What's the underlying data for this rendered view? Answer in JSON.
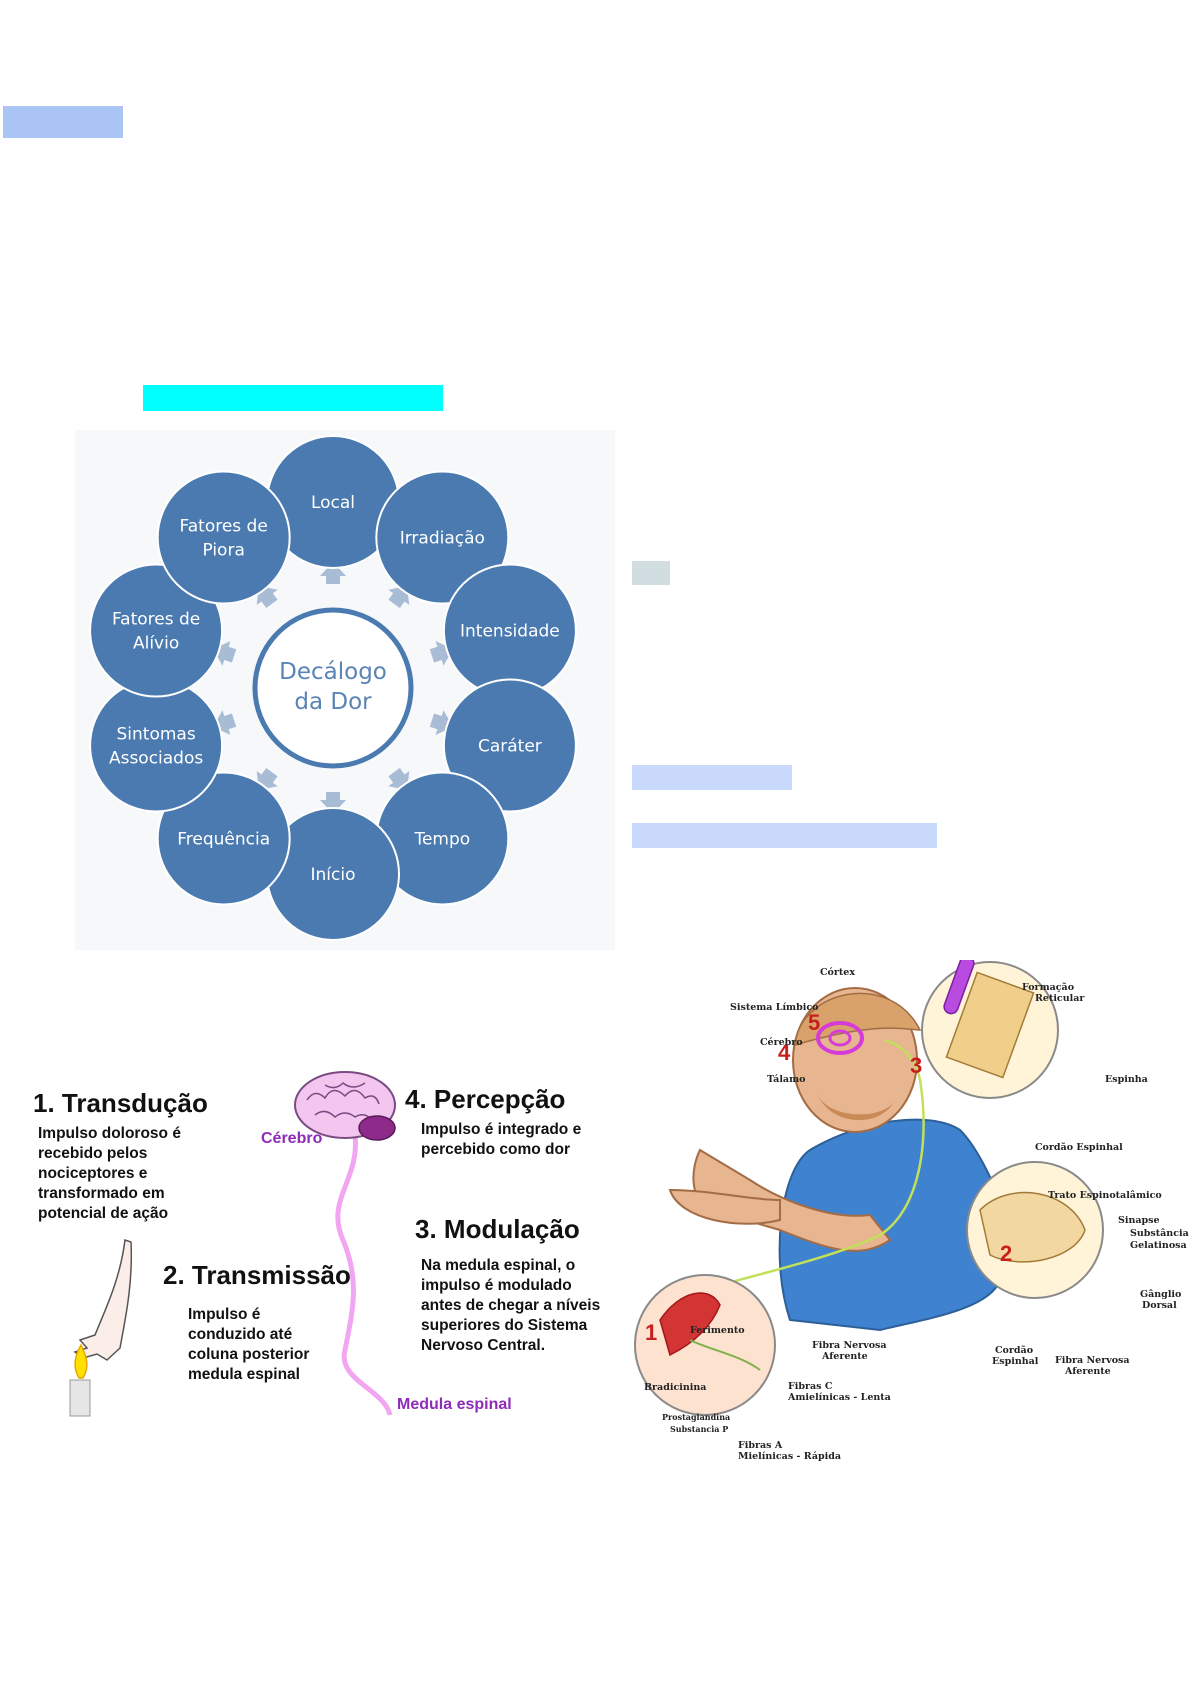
{
  "decalogo": {
    "center_line1": "Decálogo",
    "center_line2": "da Dor",
    "circles": [
      {
        "line1": "Local",
        "line2": ""
      },
      {
        "line1": "Irradiação",
        "line2": ""
      },
      {
        "line1": "Intensidade",
        "line2": ""
      },
      {
        "line1": "Caráter",
        "line2": ""
      },
      {
        "line1": "Tempo",
        "line2": ""
      },
      {
        "line1": "Início",
        "line2": ""
      },
      {
        "line1": "Frequência",
        "line2": ""
      },
      {
        "line1": "Sintomas",
        "line2": "Associados"
      },
      {
        "line1": "Fatores de",
        "line2": "Alívio"
      },
      {
        "line1": "Fatores de",
        "line2": "Piora"
      }
    ],
    "circle_color": "#4a7ab0",
    "arrow_color": "#a9bcd6"
  },
  "pathway": {
    "step1_title": "1. Transdução",
    "step1_desc": [
      "Impulso doloroso é",
      "recebido pelos",
      "nociceptores e",
      "transformado em",
      "potencial de ação"
    ],
    "step2_title": "2. Transmissão",
    "step2_desc": [
      "Impulso é",
      "conduzido até",
      "coluna posterior",
      "medula espinal"
    ],
    "step3_title": "3. Modulação",
    "step3_desc": [
      "Na medula espinal, o",
      "impulso é modulado",
      "antes de chegar a níveis",
      "superiores do Sistema",
      "Nervoso Central."
    ],
    "step4_title": "4. Percepção",
    "step4_desc": [
      "Impulso é integrado e",
      "percebido como dor"
    ],
    "brain_label": "Cérebro",
    "spinal_label": "Medula espinal"
  },
  "anatomy": {
    "labels": {
      "cortex": "Córtex",
      "limbico": "Sistema Límbico",
      "cerebro": "Cérebro",
      "talamo": "Tálamo",
      "formacao1": "Formação",
      "formacao2": "Reticular",
      "espinha": "Espinha",
      "cordao": "Cordão Espinhal",
      "trato": "Trato Espinotalâmico",
      "sinapse": "Sinapse",
      "substancia1": "Substância",
      "substancia2": "Gelatinosa",
      "ganglio1": "Gânglio",
      "ganglio2": "Dorsal",
      "cordao2a": "Cordão",
      "cordao2b": "Espinhal",
      "fibra_af1": "Fibra Nervosa",
      "fibra_af2": "Aferente",
      "fibra_nerv1": "Fibra Nervosa",
      "fibra_nerv2": "Aferente",
      "ferimento": "Ferimento",
      "bradicinina": "Bradicinina",
      "prostaglandina": "Prostaglandina",
      "substancia_p": "Substancia P",
      "fibras_c1": "Fibras C",
      "fibras_c2": "Amielínicas - Lenta",
      "fibras_a1": "Fibras A",
      "fibras_a2": "Mielínicas - Rápida"
    },
    "numbers": [
      "1",
      "2",
      "3",
      "4",
      "5"
    ]
  }
}
